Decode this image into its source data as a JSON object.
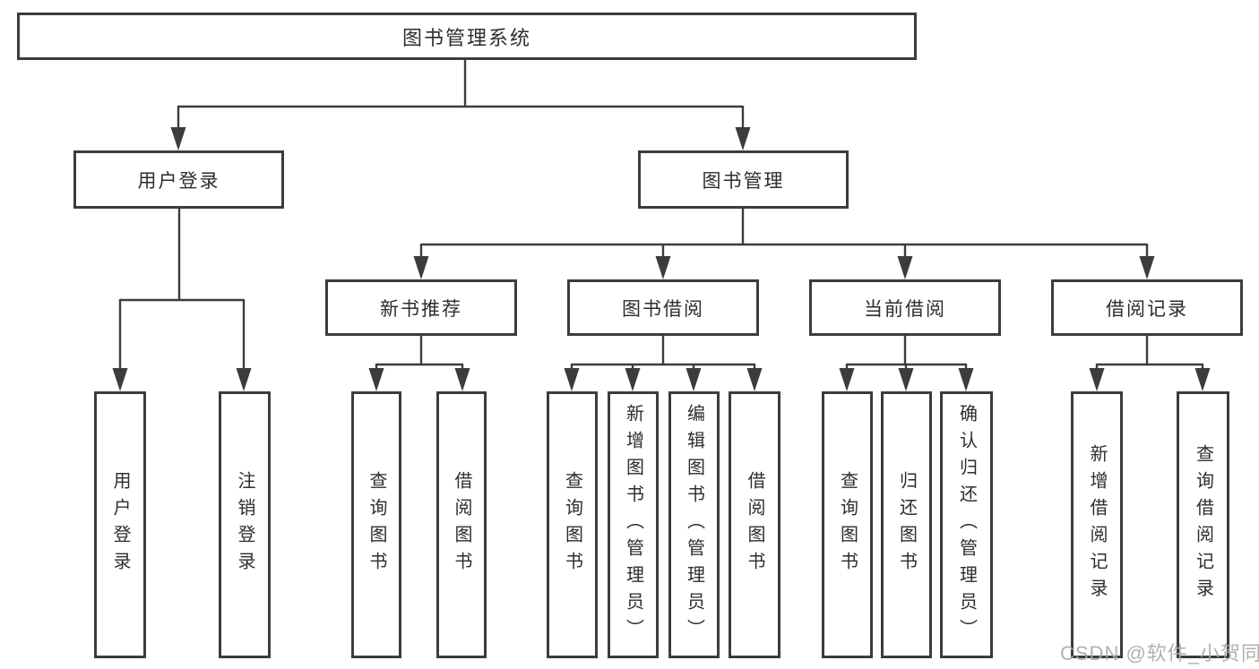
{
  "tree": {
    "root": {
      "label": "图书管理系统",
      "children": [
        {
          "label": "用户登录",
          "children": [
            {
              "label": "用户登录"
            },
            {
              "label": "注销登录"
            }
          ]
        },
        {
          "label": "图书管理",
          "children": [
            {
              "label": "新书推荐",
              "children": [
                {
                  "label": "查询图书"
                },
                {
                  "label": "借阅图书"
                }
              ]
            },
            {
              "label": "图书借阅",
              "children": [
                {
                  "label": "查询图书"
                },
                {
                  "label": "新增图书（管理员）"
                },
                {
                  "label": "编辑图书（管理员）"
                },
                {
                  "label": "借阅图书"
                }
              ]
            },
            {
              "label": "当前借阅",
              "children": [
                {
                  "label": "查询图书"
                },
                {
                  "label": "归还图书"
                },
                {
                  "label": "确认归还（管理员）"
                }
              ]
            },
            {
              "label": "借阅记录",
              "children": [
                {
                  "label": "新增借阅记录"
                },
                {
                  "label": "查询借阅记录"
                }
              ]
            }
          ]
        }
      ]
    }
  },
  "watermark": {
    "text": "CSDN @软件_小贺同学"
  },
  "colors": {
    "line": "#3c3c3c",
    "box_border": "#3c3c3c",
    "text": "#2d2d2d",
    "watermark": "#ababab",
    "background": "#ffffff"
  }
}
